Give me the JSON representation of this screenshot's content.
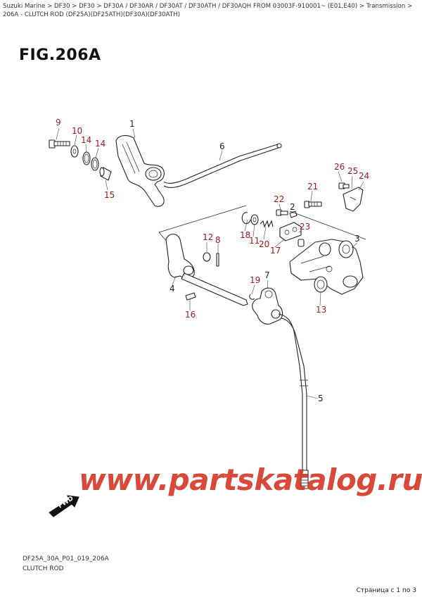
{
  "breadcrumb": "Suzuki Marine > DF30 > DF30 > DF30A / DF30AR / DF30AT / DF30ATH / DF30AQH FROM 03003F-910001~ (E01,E40) > Transmission > 206A - CLUTCH ROD (DF25A)(DF25ATH)(DF30A)(DF30ATH)",
  "figure_title": "FIG.206A",
  "callouts": {
    "c1": "1",
    "c2": "2",
    "c3": "3",
    "c4": "4",
    "c5": "5",
    "c6": "6",
    "c7": "7",
    "c8": "8",
    "c9": "9",
    "c10": "10",
    "c11": "11",
    "c12": "12",
    "c13": "13",
    "c14a": "14",
    "c14b": "14",
    "c15": "15",
    "c16": "16",
    "c17": "17",
    "c18": "18",
    "c19": "19",
    "c20": "20",
    "c21": "21",
    "c22": "22",
    "c23": "23",
    "c24": "24",
    "c25": "25",
    "c26": "26"
  },
  "fwd_label": "FWD",
  "watermark": "www.partskatalog.ru",
  "footer": {
    "diagram_code": "DF25A_30A_P01_019_206A",
    "diagram_name": "CLUTCH ROD"
  },
  "pagination": "Страница с 1 по 3",
  "colors": {
    "callout": "#9c1a1a",
    "watermark": "#d63a2a"
  }
}
